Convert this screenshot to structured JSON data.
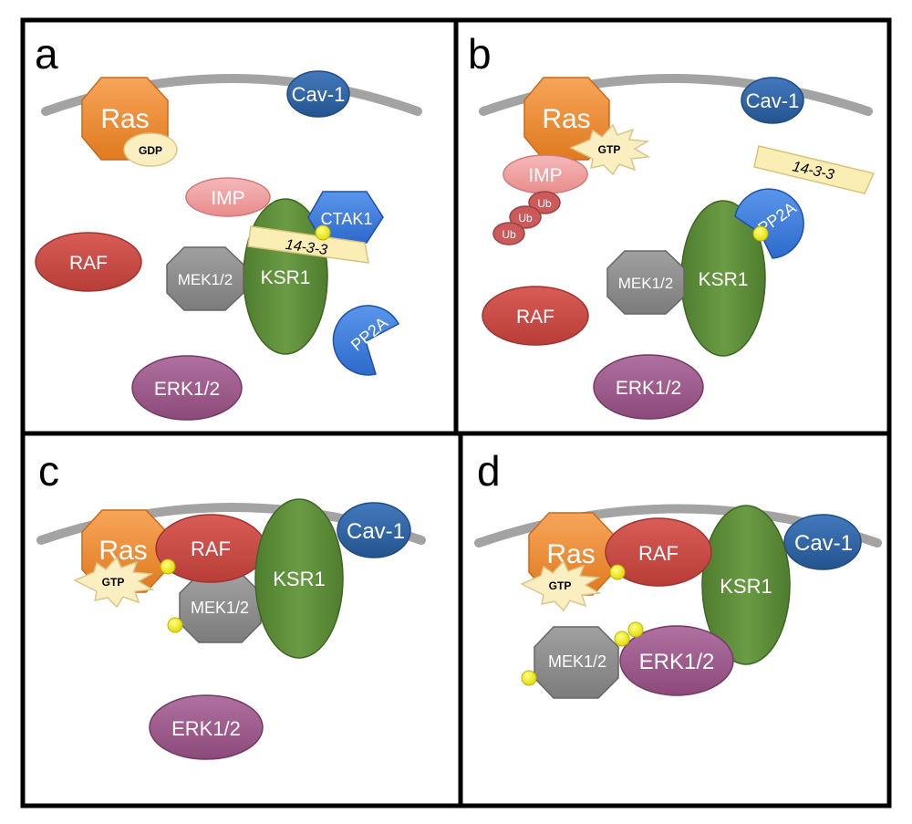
{
  "panels": {
    "a": {
      "label": "a",
      "ras": "Ras",
      "gdp": "GDP",
      "cav1": "Cav-1",
      "imp": "IMP",
      "ctak1": "CTAK1",
      "f1433": "14-3-3",
      "raf": "RAF",
      "mek": "MEK1/2",
      "ksr1": "KSR1",
      "pp2a": "PP2A",
      "erk": "ERK1/2"
    },
    "b": {
      "label": "b",
      "ras": "Ras",
      "gtp": "GTP",
      "cav1": "Cav-1",
      "imp": "IMP",
      "ub1": "Ub",
      "ub2": "Ub",
      "ub3": "Ub",
      "f1433": "14-3-3",
      "pp2a": "PP2A",
      "mek": "MEK1/2",
      "ksr1": "KSR1",
      "raf": "RAF",
      "erk": "ERK1/2"
    },
    "c": {
      "label": "c",
      "ras": "Ras",
      "gtp": "GTP",
      "raf": "RAF",
      "ksr1": "KSR1",
      "cav1": "Cav-1",
      "mek": "MEK1/2",
      "erk": "ERK1/2"
    },
    "d": {
      "label": "d",
      "ras": "Ras",
      "gtp": "GTP",
      "raf": "RAF",
      "ksr1": "KSR1",
      "cav1": "Cav-1",
      "mek": "MEK1/2",
      "erk": "ERK1/2"
    }
  },
  "colors": {
    "ras": "#f28a30",
    "raf": "#cc4a44",
    "ksr1": "#5e8b3a",
    "mek": "#8a8a8a",
    "erk": "#a05a8c",
    "cav1": "#2f66a8",
    "imp": "#f0a0a0",
    "ctak1": "#3d7de0",
    "pp2a": "#3d7de0",
    "f1433": "#fbeeb4",
    "gdp": "#fbeec0",
    "ub": "#cc5a5a",
    "phospho": "#f4ee1a",
    "membrane": "#a3a3a3",
    "border": "#000000"
  }
}
